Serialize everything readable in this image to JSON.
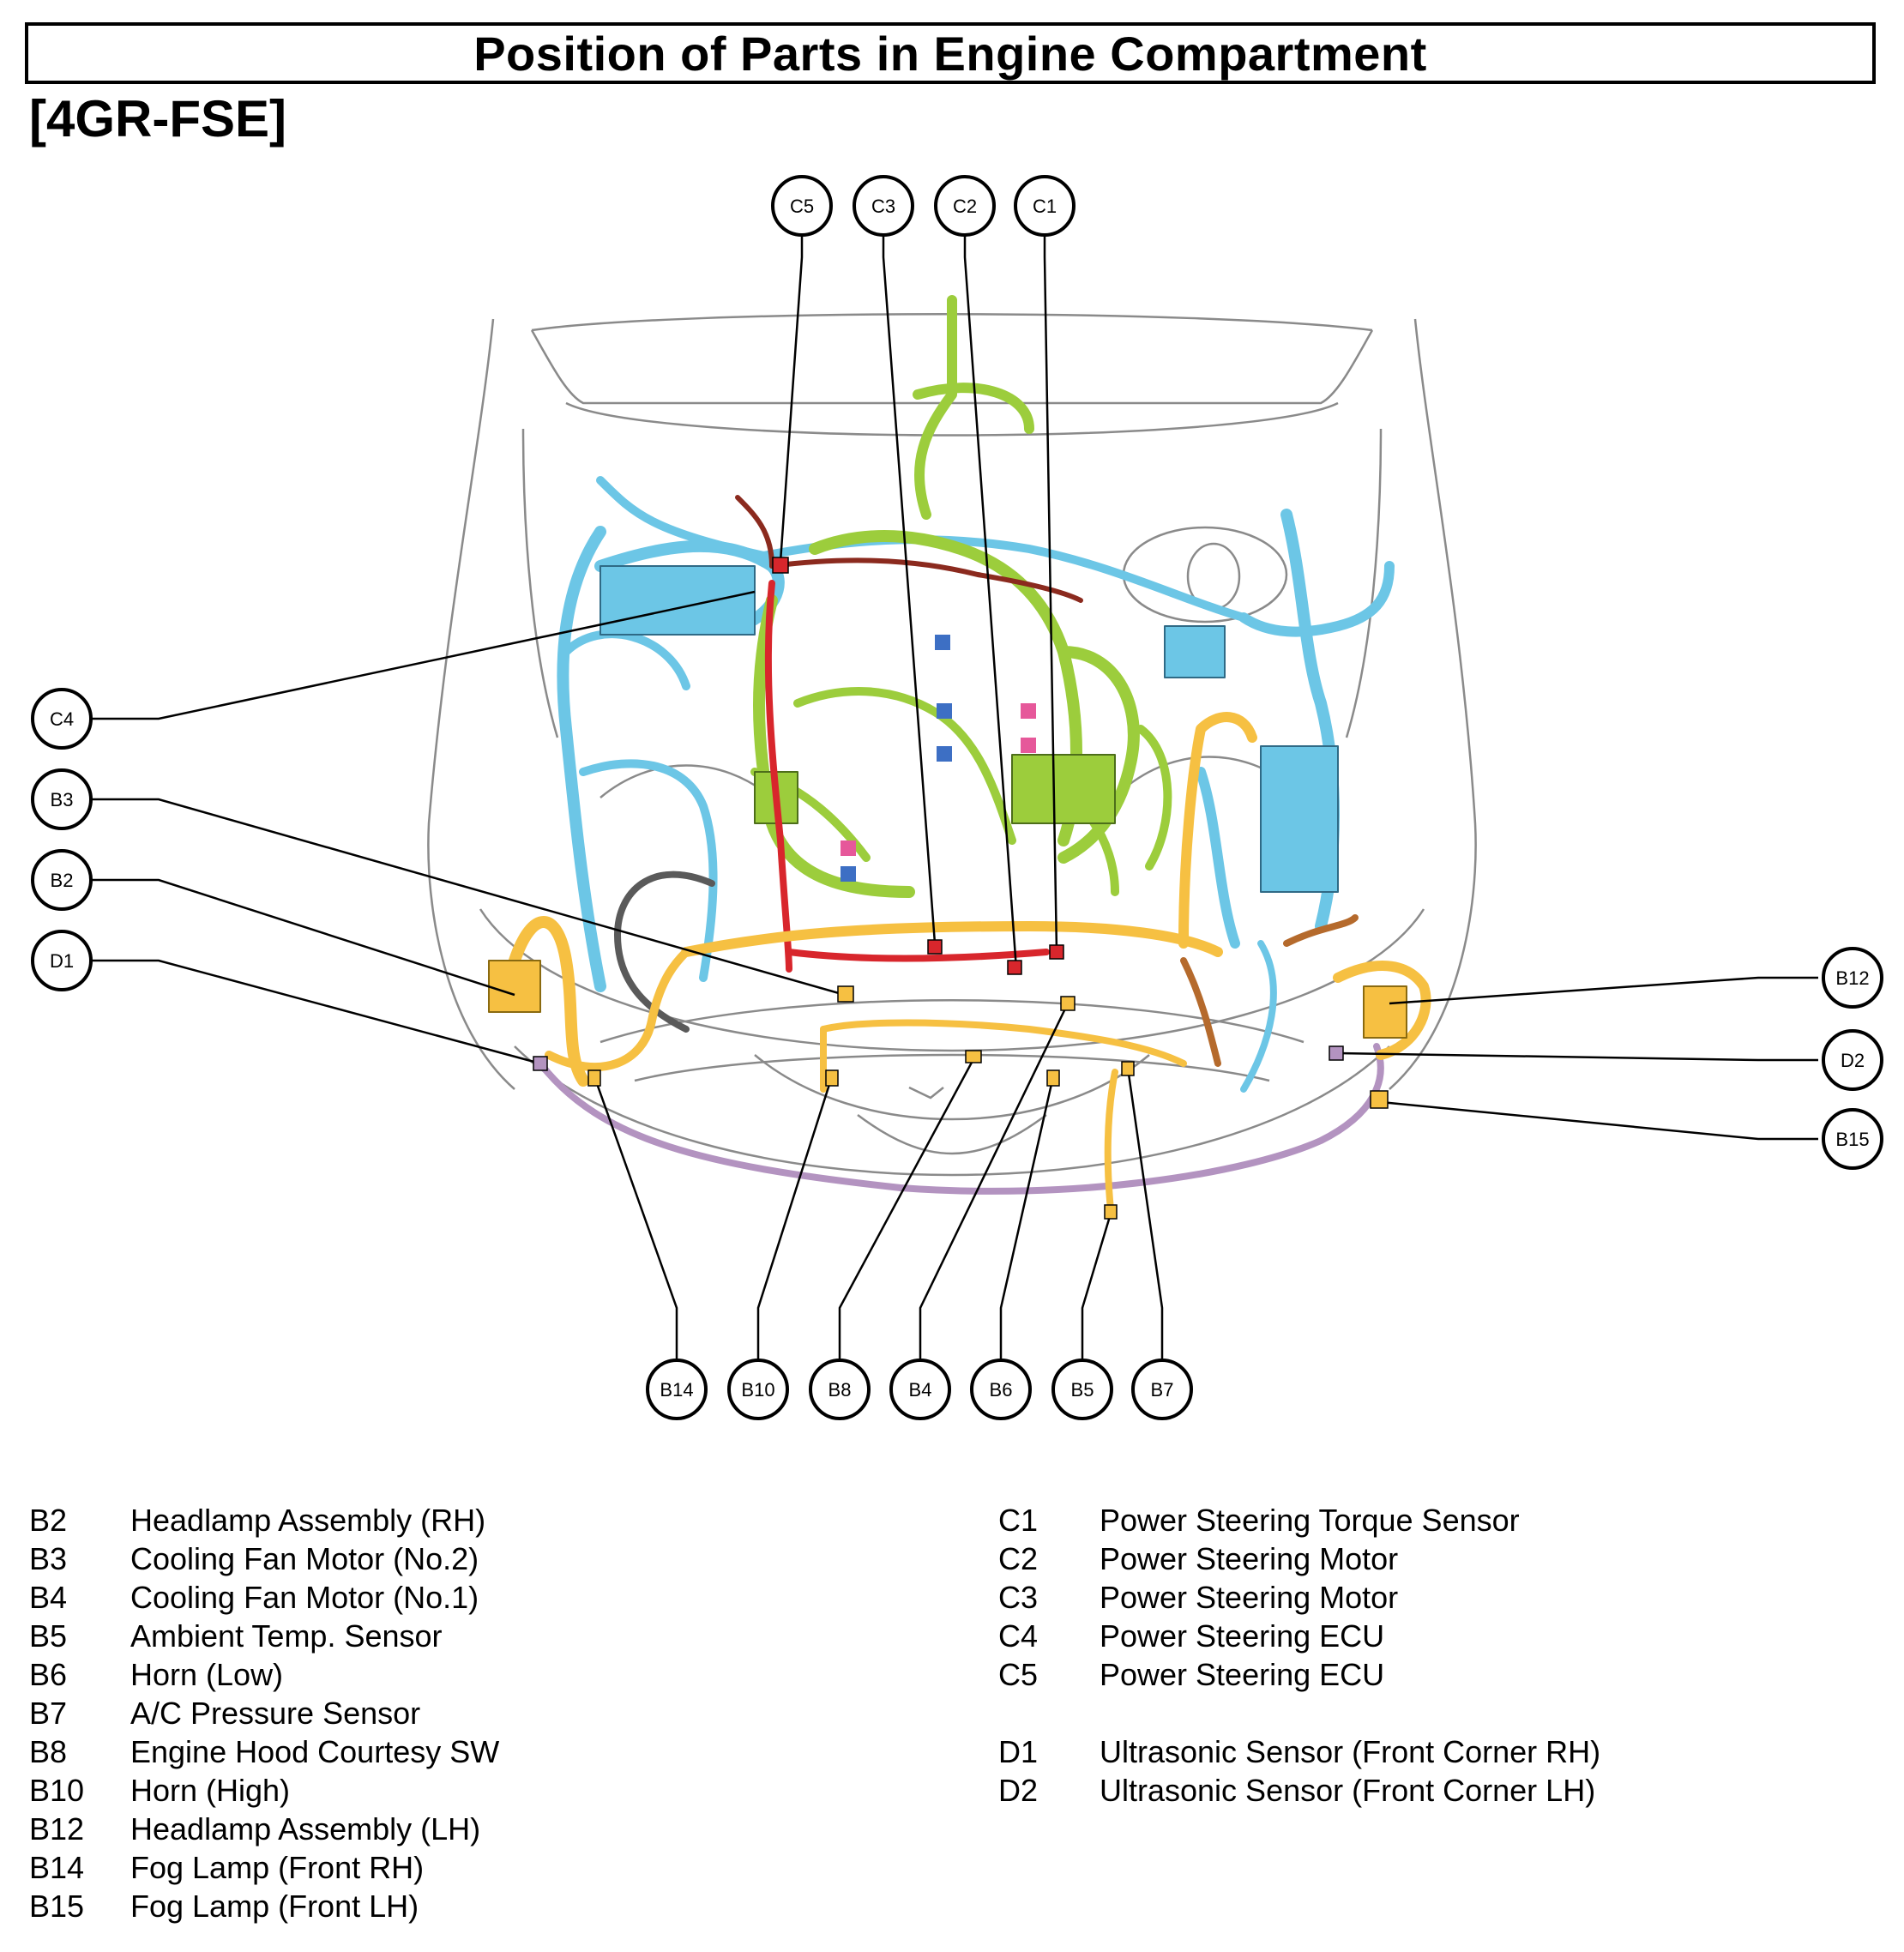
{
  "title": "Position of Parts in Engine Compartment",
  "engine": "[4GR-FSE]",
  "colors": {
    "harness_blue": "#6cc6e6",
    "harness_green": "#9ccd3c",
    "harness_yellow": "#f6c042",
    "harness_red": "#d8262c",
    "harness_brown": "#b56a2c",
    "harness_purple": "#b393c0",
    "harness_gray": "#5a5a5a",
    "harness_pink": "#e6589a",
    "connector_dark_blue": "#3d6fc4",
    "outline": "#8a8a8a"
  },
  "callouts": [
    {
      "id": "C5"
    },
    {
      "id": "C3"
    },
    {
      "id": "C2"
    },
    {
      "id": "C1"
    },
    {
      "id": "C4"
    },
    {
      "id": "B3"
    },
    {
      "id": "B2"
    },
    {
      "id": "D1"
    },
    {
      "id": "B12"
    },
    {
      "id": "D2"
    },
    {
      "id": "B15"
    },
    {
      "id": "B14"
    },
    {
      "id": "B10"
    },
    {
      "id": "B8"
    },
    {
      "id": "B4"
    },
    {
      "id": "B6"
    },
    {
      "id": "B5"
    },
    {
      "id": "B7"
    }
  ],
  "legend_left": [
    {
      "code": "B2",
      "name": "Headlamp Assembly (RH)"
    },
    {
      "code": "B3",
      "name": "Cooling Fan Motor (No.2)"
    },
    {
      "code": "B4",
      "name": "Cooling Fan Motor (No.1)"
    },
    {
      "code": "B5",
      "name": "Ambient Temp. Sensor"
    },
    {
      "code": "B6",
      "name": "Horn (Low)"
    },
    {
      "code": "B7",
      "name": "A/C Pressure Sensor"
    },
    {
      "code": "B8",
      "name": "Engine Hood Courtesy SW"
    },
    {
      "code": "B10",
      "name": "Horn (High)"
    },
    {
      "code": "B12",
      "name": "Headlamp Assembly (LH)"
    },
    {
      "code": "B14",
      "name": "Fog Lamp (Front RH)"
    },
    {
      "code": "B15",
      "name": "Fog Lamp (Front LH)"
    }
  ],
  "legend_right": [
    {
      "code": "C1",
      "name": "Power Steering Torque Sensor"
    },
    {
      "code": "C2",
      "name": "Power Steering Motor"
    },
    {
      "code": "C3",
      "name": "Power Steering Motor"
    },
    {
      "code": "C4",
      "name": "Power Steering ECU"
    },
    {
      "code": "C5",
      "name": "Power Steering ECU"
    },
    {
      "code": "D1",
      "name": "Ultrasonic Sensor (Front Corner RH)"
    },
    {
      "code": "D2",
      "name": "Ultrasonic Sensor (Front Corner LH)"
    }
  ]
}
